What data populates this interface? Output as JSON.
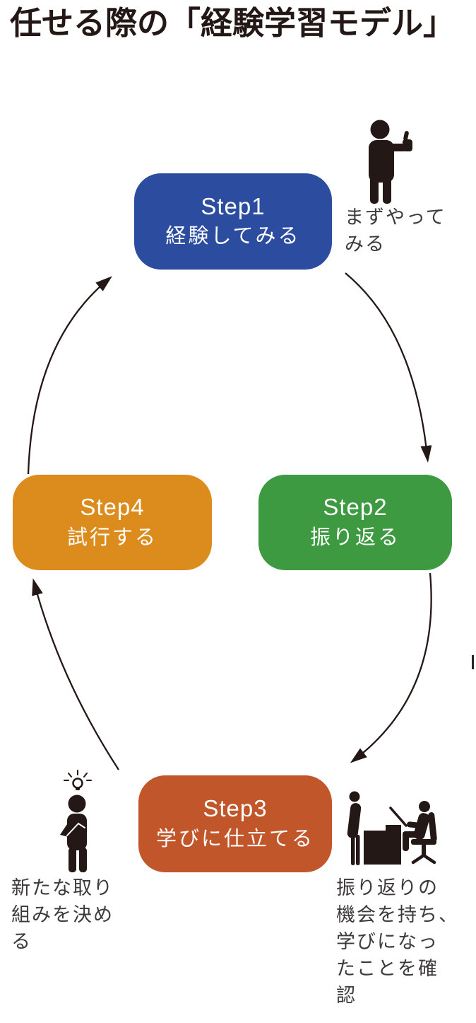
{
  "title": "任せる際の「経験学習モデル」",
  "colors": {
    "ink": "#231815",
    "annotation_text": "#3e3a39",
    "arrow": "#231815",
    "step1_blue": "#2b4c9f",
    "step2_green": "#3d9a41",
    "step3_red": "#c2562b",
    "step4_orange": "#dc8c1c"
  },
  "steps": [
    {
      "label": "Step1",
      "name": "経験してみる",
      "color": "#2b4c9f"
    },
    {
      "label": "Step2",
      "name": "振り返る",
      "color": "#3d9a41"
    },
    {
      "label": "Step3",
      "name": "学びに仕立てる",
      "color": "#c2562b"
    },
    {
      "label": "Step4",
      "name": "試行する",
      "color": "#dc8c1c"
    }
  ],
  "flow": [
    "Step1 → Step2",
    "Step2 → Step3",
    "Step3 → Step4",
    "Step4 → Step1"
  ],
  "annotations": [
    {
      "position": "top-right",
      "icon": "person-thumbs-up-icon",
      "text": "まずやって\nみる"
    },
    {
      "position": "bottom-left",
      "icon": "person-idea-icon",
      "text": "新たな取り\n組みを決め\nる"
    },
    {
      "position": "bottom-right",
      "icon": "meeting-icon",
      "text": "振り返りの\n機会を持ち、\n学びになっ\nたことを確\n認"
    }
  ]
}
